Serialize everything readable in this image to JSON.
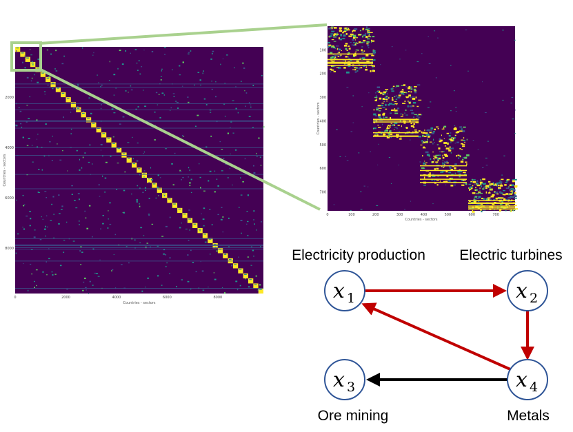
{
  "big_matrix": {
    "y_ticks": [
      "2000",
      "4000",
      "6000",
      "8000"
    ],
    "x_ticks": [
      "0",
      "2000",
      "4000",
      "6000",
      "8000"
    ],
    "y_label": "Countries - sectors",
    "x_label": "Countries - sectors",
    "colors": {
      "background": "#440154",
      "diagonal": "#fde725",
      "mid": "#21918c",
      "accent": "#5ec962"
    }
  },
  "zoom_matrix": {
    "y_ticks": [
      "100",
      "200",
      "300",
      "400",
      "500",
      "600",
      "700"
    ],
    "x_ticks": [
      "0",
      "100",
      "200",
      "300",
      "400",
      "500",
      "600",
      "700"
    ],
    "y_label": "Countries - sectors",
    "x_label": "Countries - sectors"
  },
  "zoom_connector_color": "#a9d18e",
  "graph": {
    "nodes": [
      {
        "id": "x1",
        "var": "x",
        "sub": "1",
        "label": "Electricity production"
      },
      {
        "id": "x2",
        "var": "x",
        "sub": "2",
        "label": "Electric turbines"
      },
      {
        "id": "x3",
        "var": "x",
        "sub": "3",
        "label": "Ore mining"
      },
      {
        "id": "x4",
        "var": "x",
        "sub": "4",
        "label": "Metals"
      }
    ],
    "edges": [
      {
        "from": "x1",
        "to": "x2",
        "color": "#c00000"
      },
      {
        "from": "x2",
        "to": "x4",
        "color": "#c00000"
      },
      {
        "from": "x4",
        "to": "x1",
        "color": "#c00000"
      },
      {
        "from": "x4",
        "to": "x3",
        "color": "#000000"
      }
    ],
    "node_stroke": "#2f5597"
  }
}
